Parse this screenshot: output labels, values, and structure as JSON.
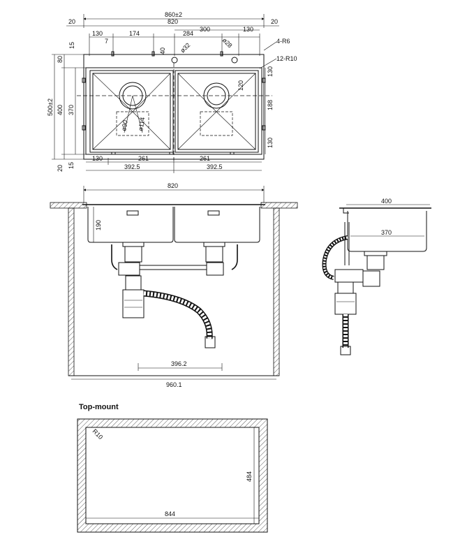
{
  "plan": {
    "overall_width": "860±2",
    "inner_width": "820",
    "flange_left": "20",
    "flange_right": "20",
    "d130_left": "130",
    "d174": "174",
    "d284": "284",
    "d300": "300",
    "d130_right": "130",
    "d7": "7",
    "d40": "40",
    "d32": "ø32",
    "d28": "ø28",
    "r6": "4-R6",
    "r10": "12-R10",
    "d15_top": "15",
    "d80": "80",
    "d500": "500±2",
    "d400": "400",
    "d370": "370",
    "d20_bottom": "20",
    "d15_bottom": "15",
    "d130_r1": "130",
    "d188": "188",
    "d130_r2": "130",
    "d120": "120",
    "d90": "ø90",
    "d114": "ø114",
    "b130": "130",
    "b261_left": "261",
    "b261_right": "261",
    "b392_left": "392.5",
    "b392_right": "392.5"
  },
  "front": {
    "width": "820",
    "depth": "190",
    "d396": "396.2",
    "d960": "960.1"
  },
  "side": {
    "d400": "400",
    "d370": "370"
  },
  "topmount": {
    "title": "Top-mount",
    "r10": "R10",
    "d484": "484",
    "d844": "844"
  }
}
